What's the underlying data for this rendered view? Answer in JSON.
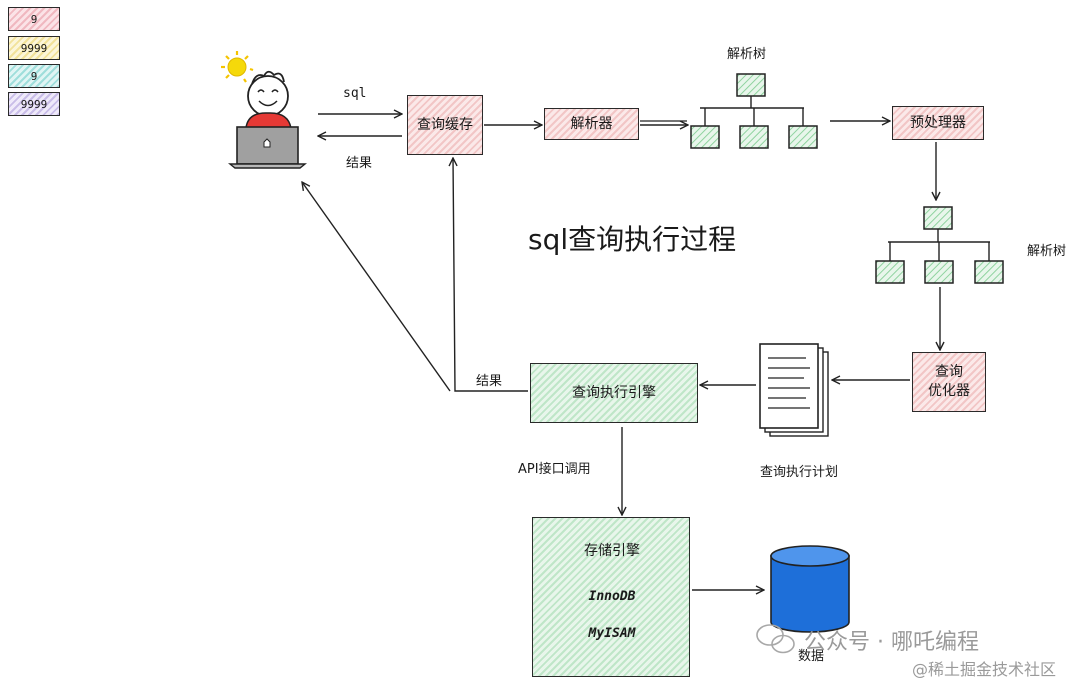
{
  "legend": [
    "9",
    "9999",
    "9",
    "9999"
  ],
  "title": "sql查询执行过程",
  "edges": {
    "sql": "sql",
    "result_top": "结果",
    "result_bottom": "结果",
    "api": "API接口调用"
  },
  "nodes": {
    "query_cache": "查询缓存",
    "parser": "解析器",
    "parse_tree_1": "解析树",
    "preprocessor": "预处理器",
    "parse_tree_2": "解析树",
    "optimizer_line1": "查询",
    "optimizer_line2": "优化器",
    "execution_plan": "查询执行计划",
    "executor": "查询执行引擎",
    "storage_engine": "存储引擎",
    "innodb": "InnoDB",
    "myisam": "MyISAM",
    "data": "数据"
  },
  "watermark": {
    "wechat": "公众号 · 哪吒编程",
    "juejin": "@稀土掘金技术社区"
  },
  "colors": {
    "pink_fill": "#f2c6c6",
    "green_fill": "#bfe6c8",
    "cylinder_blue": "#1e6fd9",
    "face_yellow": "#f5d90a",
    "shirt_red": "#e53935",
    "laptop_gray": "#9e9e9e"
  }
}
